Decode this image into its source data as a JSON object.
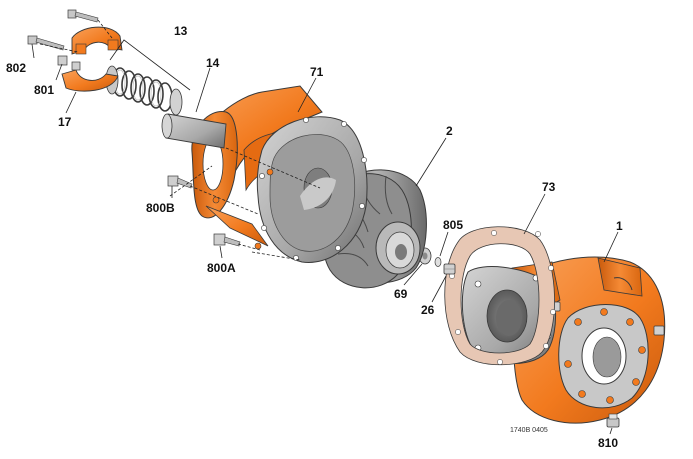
{
  "diagram": {
    "colors": {
      "orange": "#F27A1E",
      "orange_dark": "#C95A0C",
      "orange_light": "#F9A15A",
      "grey": "#A8A8A8",
      "grey_dark": "#5E5E5E",
      "grey_light": "#D4D4D4",
      "gasket": "#E7C7B4",
      "outline": "#3A3A3A"
    },
    "labels": {
      "p802": "802",
      "p801": "801",
      "p17": "17",
      "p13": "13",
      "p14": "14",
      "p71": "71",
      "p800b": "800B",
      "p800a": "800A",
      "p2": "2",
      "p805": "805",
      "p69": "69",
      "p26": "26",
      "p73": "73",
      "p1": "1",
      "p810": "810"
    },
    "drawing_number": "1740B 0405"
  }
}
